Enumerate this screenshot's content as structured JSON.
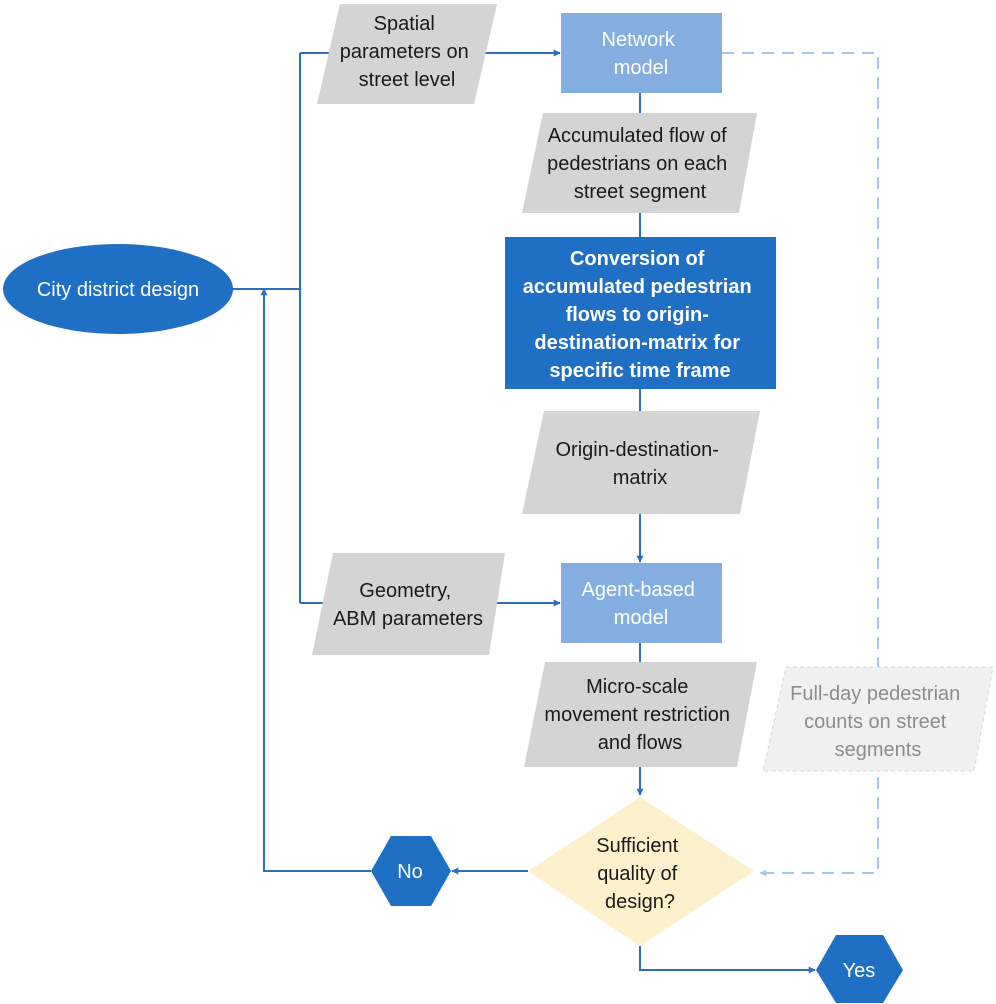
{
  "colors": {
    "dark_blue": "#1f6fc5",
    "light_blue": "#84aee0",
    "gray": "#d4d4d4",
    "light_gray": "#f0f0f0",
    "decision_fill": "#fdf0cd",
    "arrow": "#2e6fbd",
    "dashed_arrow": "#a9c6ea"
  },
  "nodes": {
    "city_district": {
      "lines": [
        "City district design"
      ]
    },
    "spatial_params": {
      "lines": [
        "Spatial",
        "parameters on",
        "street level"
      ]
    },
    "network_model": {
      "lines": [
        "Network",
        "model"
      ]
    },
    "accumulated_flow": {
      "lines": [
        "Accumulated flow of",
        "pedestrians on each",
        "street segment"
      ]
    },
    "conversion": {
      "lines": [
        "Conversion of",
        "accumulated pedestrian",
        "flows to origin-",
        "destination-matrix for",
        "specific time frame"
      ]
    },
    "od_matrix": {
      "lines": [
        "Origin-destination-",
        "matrix"
      ]
    },
    "geometry": {
      "lines": [
        "Geometry,",
        "ABM parameters"
      ]
    },
    "agent_model": {
      "lines": [
        "Agent-based",
        "model"
      ]
    },
    "micro_scale": {
      "lines": [
        "Micro-scale",
        "movement restriction",
        "and flows"
      ]
    },
    "full_day": {
      "lines": [
        "Full-day pedestrian",
        "counts on street",
        "segments"
      ]
    },
    "decision": {
      "lines": [
        "Sufficient",
        "quality of",
        "design?"
      ]
    },
    "no": {
      "lines": [
        "No"
      ]
    },
    "yes": {
      "lines": [
        "Yes"
      ]
    }
  }
}
